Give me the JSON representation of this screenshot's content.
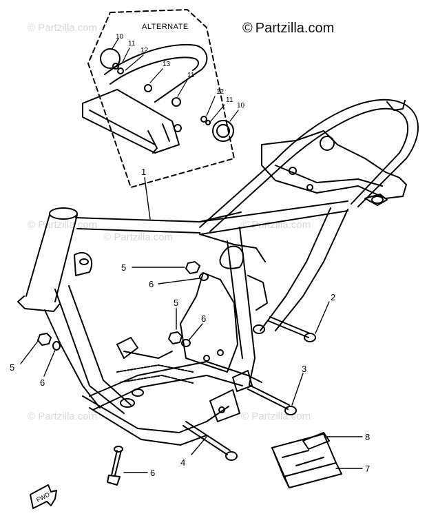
{
  "brand": {
    "symbol": "©",
    "name": "Partzilla.com"
  },
  "watermarks": [
    "© Partzilla.com",
    "© Partzilla.com",
    "© Partzilla.com",
    "© Partzilla.com",
    "© Partzilla.com",
    "© Partzilla.com"
  ],
  "alternate_box": {
    "title": "ALTERNATE"
  },
  "alternate_callouts": [
    "10",
    "11",
    "12",
    "13",
    "11",
    "12",
    "11",
    "10"
  ],
  "callouts": [
    "1",
    "2",
    "3",
    "4",
    "5",
    "6",
    "5",
    "6",
    "5",
    "6",
    "6",
    "7",
    "8"
  ],
  "fwd_label": "FWD",
  "colors": {
    "ink": "#000000",
    "paper": "#ffffff",
    "watermark": "#d8d8d8"
  }
}
